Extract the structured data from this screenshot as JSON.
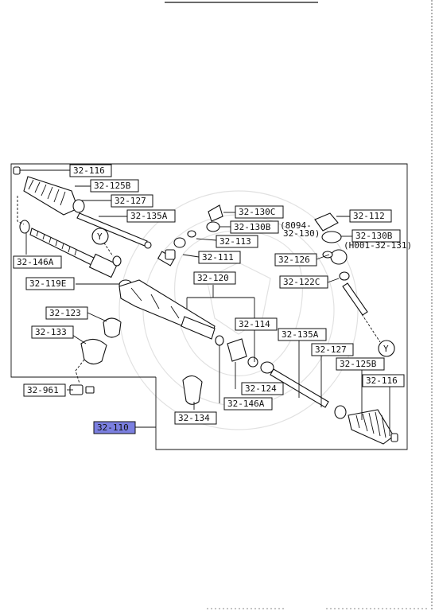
{
  "labels": {
    "l32_116_top": "32-116",
    "l32_125B_top": "32-125B",
    "l32_127_top": "32-127",
    "l32_135A_top": "32-135A",
    "l32_130C": "32-130C",
    "l32_130B_mid": "32-130B",
    "l32_112": "32-112",
    "l32_130B_right": "32-130B",
    "l32_113": "32-113",
    "l32_111": "32-111",
    "l32_126": "32-126",
    "l32_146A_left": "32-146A",
    "l32_119E": "32-119E",
    "l32_120": "32-120",
    "l32_122C": "32-122C",
    "l32_123": "32-123",
    "l32_114": "32-114",
    "l32_133": "32-133",
    "l32_135A_bot": "32-135A",
    "l32_127_bot": "32-127",
    "l32_125B_bot": "32-125B",
    "l32_116_bot": "32-116",
    "l32_124": "32-124",
    "l32_961": "32-961",
    "l32_146A_bot": "32-146A",
    "l32_134": "32-134",
    "l32_110": "32-110"
  },
  "notes": {
    "n8094_a": "(8094-",
    "n8094_b": "32-130)",
    "nH001": "(H001-32-131)"
  },
  "markers": {
    "y_top": "Y",
    "y_bottom": "Y"
  },
  "colors": {
    "highlight": "#7b7fe0",
    "ink": "#111111"
  }
}
